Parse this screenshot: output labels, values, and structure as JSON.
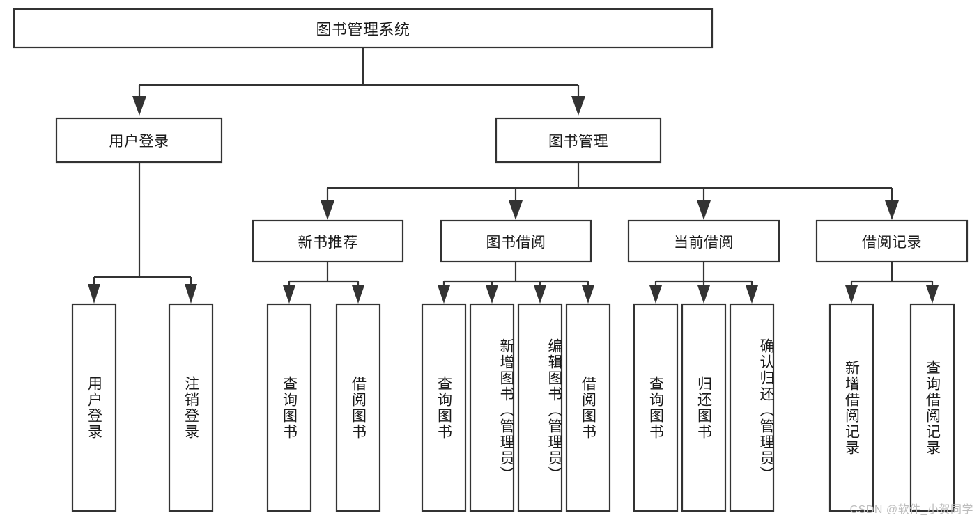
{
  "diagram": {
    "type": "tree",
    "title": "图书管理系统",
    "watermark": "CSDN @软件_小贺同学",
    "root": {
      "id": "root",
      "label": "图书管理系统"
    },
    "level2": [
      {
        "id": "user-login",
        "label": "用户登录"
      },
      {
        "id": "book-management",
        "label": "图书管理"
      }
    ],
    "level3": [
      {
        "id": "new-book-recommend",
        "label": "新书推荐",
        "parent": "book-management"
      },
      {
        "id": "book-borrow",
        "label": "图书借阅",
        "parent": "book-management"
      },
      {
        "id": "current-borrow",
        "label": "当前借阅",
        "parent": "book-management"
      },
      {
        "id": "borrow-record",
        "label": "借阅记录",
        "parent": "book-management"
      }
    ],
    "leaves": [
      {
        "id": "leaf-user-login",
        "label": "用户登录",
        "parent": "user-login"
      },
      {
        "id": "leaf-logout-login",
        "label": "注销登录",
        "parent": "user-login"
      },
      {
        "id": "leaf-query-book-1",
        "label": "查询图书",
        "parent": "new-book-recommend"
      },
      {
        "id": "leaf-borrow-book-1",
        "label": "借阅图书",
        "parent": "new-book-recommend"
      },
      {
        "id": "leaf-query-book-2",
        "label": "查询图书",
        "parent": "book-borrow"
      },
      {
        "id": "leaf-add-book",
        "label": "新增图书（管理员）",
        "parent": "book-borrow"
      },
      {
        "id": "leaf-edit-book",
        "label": "编辑图书（管理员）",
        "parent": "book-borrow"
      },
      {
        "id": "leaf-borrow-book-2",
        "label": "借阅图书",
        "parent": "book-borrow"
      },
      {
        "id": "leaf-query-book-3",
        "label": "查询图书",
        "parent": "current-borrow"
      },
      {
        "id": "leaf-return-book",
        "label": "归还图书",
        "parent": "current-borrow"
      },
      {
        "id": "leaf-confirm-return",
        "label": "确认归还（管理员）",
        "parent": "current-borrow"
      },
      {
        "id": "leaf-add-record",
        "label": "新增借阅记录",
        "parent": "borrow-record"
      },
      {
        "id": "leaf-query-record",
        "label": "查询借阅记录",
        "parent": "borrow-record"
      }
    ],
    "colors": {
      "stroke": "#333333",
      "fill": "#ffffff",
      "text": "#1a1a1a",
      "watermark": "#bdbdbd",
      "background": "#ffffff"
    }
  }
}
